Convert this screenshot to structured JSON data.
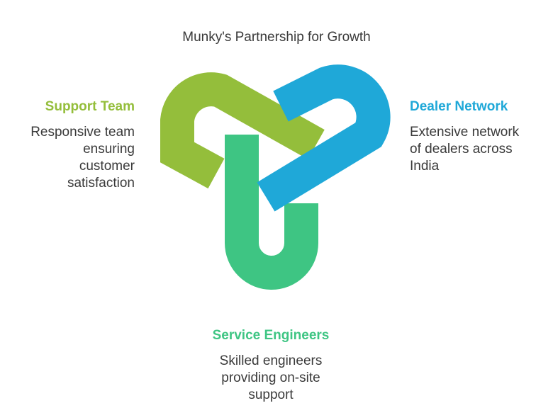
{
  "title": "Munky's Partnership for Growth",
  "colors": {
    "support": "#94be3b",
    "dealer": "#1fa8d8",
    "service": "#3ec583"
  },
  "nodes": {
    "support": {
      "heading": "Support Team",
      "description": "Responsive team\nensuring\ncustomer\nsatisfaction"
    },
    "dealer": {
      "heading": "Dealer Network",
      "description": "Extensive network\nof dealers across\nIndia"
    },
    "service": {
      "heading": "Service Engineers",
      "description": "Skilled engineers\nproviding on-site\nsupport"
    }
  }
}
